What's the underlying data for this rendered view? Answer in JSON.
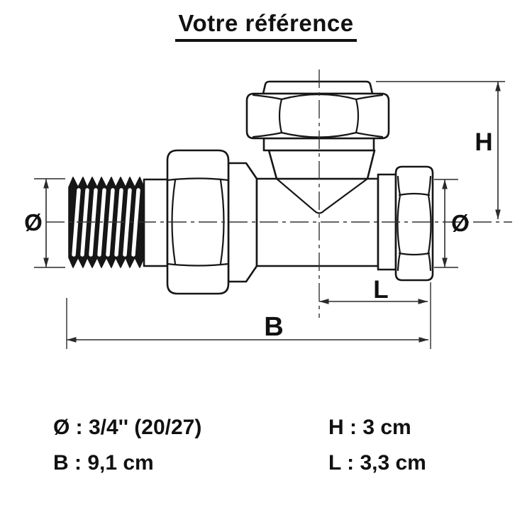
{
  "title": "Votre référence",
  "drawing": {
    "dim_labels": {
      "diameter_left": "Ø",
      "diameter_right": "Ø",
      "height": "H",
      "length": "L",
      "total_width": "B"
    }
  },
  "specs": {
    "diameter": "Ø : 3/4'' (20/27)",
    "total_width": "B : 9,1 cm",
    "height": "H : 3 cm",
    "length": "L : 3,3 cm"
  },
  "colors": {
    "ink": "#161616",
    "background": "#ffffff"
  }
}
